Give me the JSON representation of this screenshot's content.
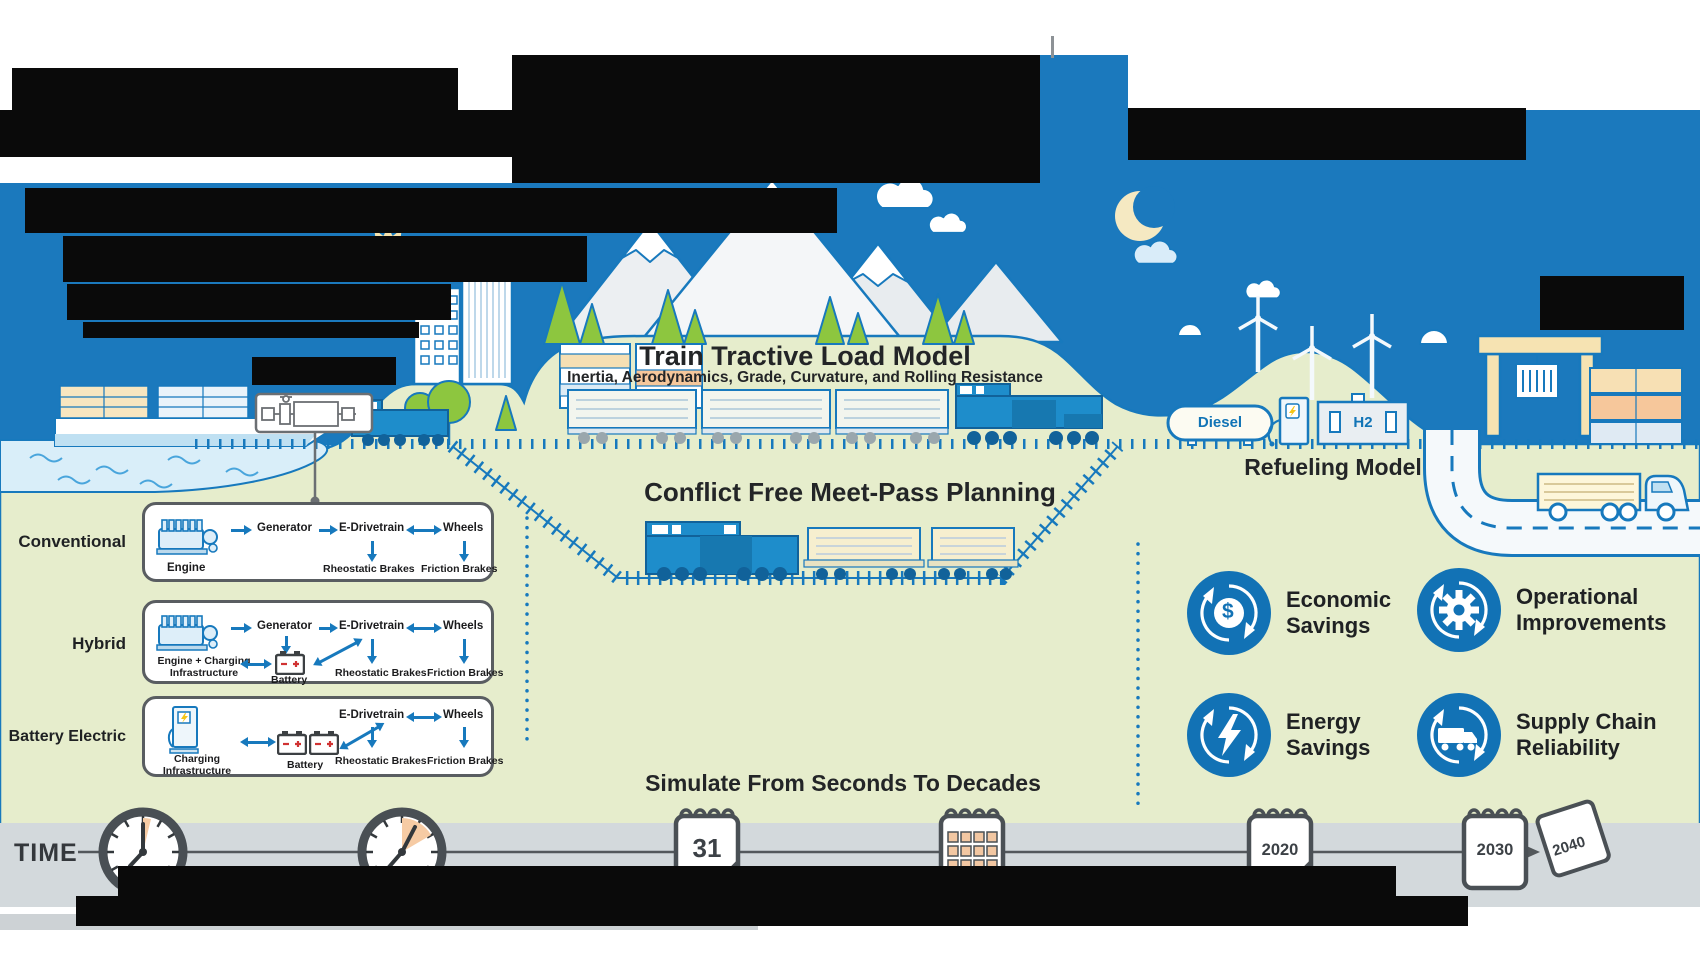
{
  "scene": {
    "title": "Train Tractive Load Model",
    "subtitle": "Inertia, Aerodynamics, Grade, Curvature, and Rolling Resistance",
    "meet_pass_title": "Conflict Free Meet-Pass Planning",
    "refueling_title": "Refueling Model",
    "simulate_title": "Simulate From Seconds To Decades"
  },
  "refueling": {
    "diesel_label": "Diesel",
    "h2_label": "H2"
  },
  "powertrains": {
    "conventional": {
      "label": "Conventional",
      "source_label": "Engine",
      "generator": "Generator",
      "edrive": "E-Drivetrain",
      "wheels": "Wheels",
      "rheostatic": "Rheostatic Brakes",
      "friction": "Friction Brakes"
    },
    "hybrid": {
      "label": "Hybrid",
      "source_line1": "Engine + Charging",
      "source_line2": "Infrastructure",
      "battery": "Battery",
      "generator": "Generator",
      "edrive": "E-Drivetrain",
      "wheels": "Wheels",
      "rheostatic": "Rheostatic Brakes",
      "friction": "Friction Brakes"
    },
    "battery_electric": {
      "label": "Battery Electric",
      "source_line1": "Charging",
      "source_line2": "Infrastructure",
      "battery": "Battery",
      "edrive": "E-Drivetrain",
      "wheels": "Wheels",
      "rheostatic": "Rheostatic Brakes",
      "friction": "Friction Brakes"
    }
  },
  "benefits": {
    "economic": {
      "line1": "Economic",
      "line2": "Savings",
      "glyph": "$"
    },
    "operational": {
      "line1": "Operational",
      "line2": "Improvements"
    },
    "energy": {
      "line1": "Energy",
      "line2": "Savings"
    },
    "supply": {
      "line1": "Supply Chain",
      "line2": "Reliability"
    }
  },
  "timeline": {
    "label": "TIME",
    "day": "31",
    "year_2020": "2020",
    "year_2030": "2030",
    "year_2040": "2040"
  },
  "colors": {
    "sky": "#1b79bd",
    "ground": "#e6edcc",
    "accent_blue": "#1779bd",
    "benefit_blue": "#1272b5",
    "band_gray": "#d3d9dc",
    "wedge_orange": "#f6cba4",
    "loco_blue": "#1e8dcb",
    "redaction_black": "#0a0a0a"
  }
}
